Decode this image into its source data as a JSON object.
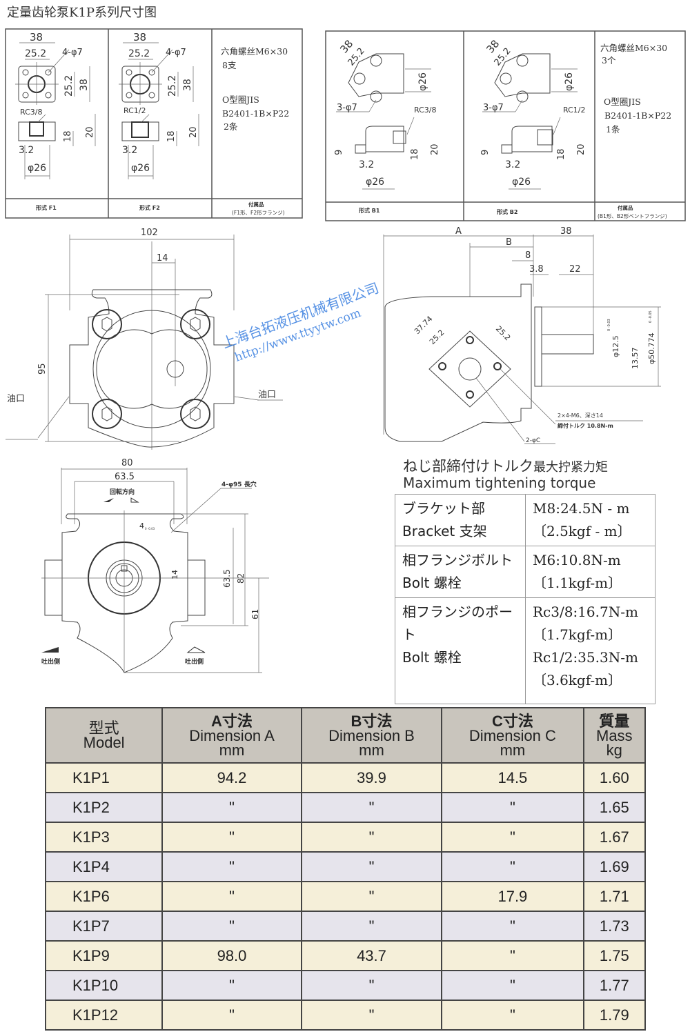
{
  "title": "定量齿轮泵K1P系列尺寸图",
  "flange_f": {
    "f1": {
      "d38": "38",
      "d252": "25.2",
      "holes": "4-φ7",
      "v252": "25.2",
      "v38": "38",
      "port": "RC3/8",
      "h18": "18",
      "h20": "20",
      "d32": "3.2",
      "d26": "φ26",
      "label": "形式 F1"
    },
    "f2": {
      "d38": "38",
      "d252": "25.2",
      "holes": "4-φ7",
      "v252": "25.2",
      "v38": "38",
      "port": "RC1/2",
      "h18": "18",
      "h20": "20",
      "d32": "3.2",
      "d26": "φ26",
      "label": "形式 F2"
    },
    "acc": {
      "line1": "六角螺丝M6×30",
      "line2": "8支",
      "line3": "O型圈JIS",
      "line4": "B2401-1B×P22",
      "line5": "2条",
      "label1": "付属品",
      "label2": "(F1形、F2形フランジ)"
    }
  },
  "flange_b": {
    "b1": {
      "d38": "38",
      "d252": "25.2",
      "d26top": "φ26",
      "holes": "3-φ7",
      "port": "RC3/8",
      "h9": "9",
      "d32": "3.2",
      "d26": "φ26",
      "h18": "18",
      "h20": "20",
      "label": "形式 B1"
    },
    "b2": {
      "d38": "38",
      "d252": "25.2",
      "d26top": "φ26",
      "holes": "3-φ7",
      "port": "RC1/2",
      "h9": "9",
      "d32": "3.2",
      "d26": "φ26",
      "h18": "18",
      "h20": "20",
      "label": "形式 B2"
    },
    "acc": {
      "line1": "六角螺丝M6×30",
      "line2": "3个",
      "line3": "O型圈JIS",
      "line4": "B2401-1B×P22",
      "line5": "1条",
      "label1": "付属品",
      "label2": "(B1形、B2形ベントフランジ)"
    }
  },
  "front_view": {
    "w102": "102",
    "d14": "14",
    "h95": "95",
    "port_left": "油口",
    "port_right": "油口"
  },
  "side_view": {
    "A": "A",
    "B": "B",
    "d38": "38",
    "d8": "8",
    "d38b": "3.8",
    "d22": "22",
    "d3774": "37.74",
    "d252a": "25.2",
    "d252b": "25.2",
    "shaft": "φ12.5",
    "shaft_tol": "0 -0.03",
    "d1357": "13.57",
    "pilot": "φ50.774",
    "pilot_tol": "0 -0.05",
    "note1": "2×4-M6、深さ14",
    "note2": "締付トルク 10.8N-m",
    "hole": "2-φC"
  },
  "rear_view": {
    "w80": "80",
    "w635": "63.5",
    "rotation": "回転方向",
    "slots": "4-φ95 長穴",
    "key": "4",
    "key_tol": "0 -0.03",
    "h14": "14",
    "h635": "63.5",
    "h82": "82",
    "h61": "61",
    "discharge_left": "吐出側",
    "discharge_right": "吐出側"
  },
  "watermark": {
    "company": "上海台拓液压机械有限公司",
    "url": "http://www.ttyytw.com"
  },
  "torque": {
    "title_jp": "ねじ部締付けトルク",
    "title_zh": "最大拧紧力矩",
    "title_en": "Maximum tightening torque",
    "rows": [
      {
        "k1": "ブラケット部",
        "k2": "Bracket 支架",
        "v": [
          "M8:24.5N - m",
          "〔2.5kgf - m〕"
        ]
      },
      {
        "k1": "相フランジボルト",
        "k2": "Bolt  螺栓",
        "v": [
          "M6:10.8N-m",
          "〔1.1kgf-m〕"
        ]
      },
      {
        "k1": "相フランジのポート",
        "k2": "Bolt  螺栓",
        "v": [
          "Rc3/8:16.7N-m",
          "〔1.7kgf-m〕",
          "Rc1/2:35.3N-m",
          "〔3.6kgf-m〕"
        ]
      }
    ]
  },
  "spec_table": {
    "headers": [
      {
        "l1": "型式",
        "l2": "Model",
        "l3": ""
      },
      {
        "l1": "A寸法",
        "l2": "Dimension A",
        "l3": "mm"
      },
      {
        "l1": "B寸法",
        "l2": "Dimension B",
        "l3": "mm"
      },
      {
        "l1": "C寸法",
        "l2": "Dimension C",
        "l3": "mm"
      },
      {
        "l1": "質量",
        "l2": "Mass",
        "l3": "kg"
      }
    ],
    "rows": [
      [
        "K1P1",
        "94.2",
        "39.9",
        "14.5",
        "1.60"
      ],
      [
        "K1P2",
        "\"",
        "\"",
        "\"",
        "1.65"
      ],
      [
        "K1P3",
        "\"",
        "\"",
        "\"",
        "1.67"
      ],
      [
        "K1P4",
        "\"",
        "\"",
        "\"",
        "1.69"
      ],
      [
        "K1P6",
        "\"",
        "\"",
        "17.9",
        "1.71"
      ],
      [
        "K1P7",
        "\"",
        "\"",
        "\"",
        "1.73"
      ],
      [
        "K1P9",
        "98.0",
        "43.7",
        "\"",
        "1.75"
      ],
      [
        "K1P10",
        "\"",
        "\"",
        "\"",
        "1.77"
      ],
      [
        "K1P12",
        "\"",
        "\"",
        "\"",
        "1.79"
      ]
    ]
  }
}
